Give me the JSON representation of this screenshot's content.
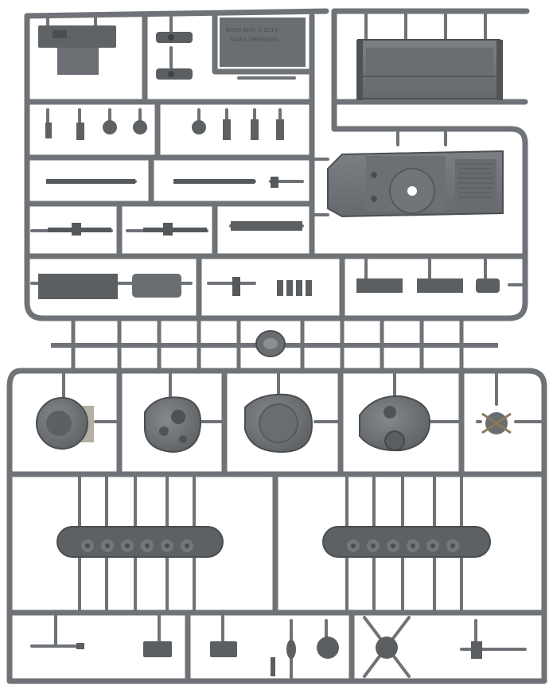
{
  "image": {
    "subject": "plastic-model-sprue",
    "colors": {
      "background": "#ffffff",
      "plastic": "#6f7377",
      "plastic_dark": "#55595c",
      "plastic_light": "#8a8e92",
      "shadow": "#3d4043"
    }
  },
  "tag": {
    "line1": "BH30   BHH © 2014",
    "line2": "M4A3 SHERMAN"
  }
}
